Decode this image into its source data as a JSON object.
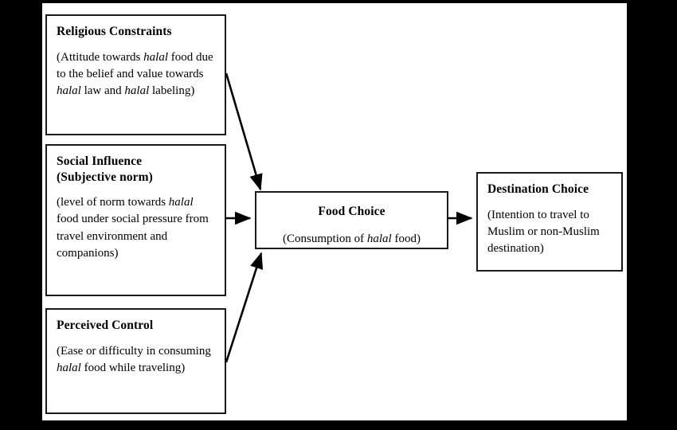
{
  "diagram": {
    "nodes": {
      "religious_constraints": {
        "title": "Religious Constraints",
        "description_html": "(Attitude towards <i>halal</i> food due to the belief and value towards <i>halal</i> law and <i>halal</i> labeling)",
        "description_text": "(Attitude towards halal food due to the belief and value towards halal law and halal labeling)"
      },
      "social_influence": {
        "title": "Social Influence (Subjective norm)",
        "title_line1": "Social Influence",
        "title_line2": "(Subjective norm)",
        "description_html": "(level of norm towards <i>halal</i> food under social pressure from travel environment and companions)",
        "description_text": "(level of norm towards halal food under social pressure from travel environment and companions)"
      },
      "perceived_control": {
        "title": "Perceived Control",
        "description_html": "(Ease or difficulty in consuming <i>halal</i> food while traveling)",
        "description_text": "(Ease or difficulty in consuming halal food while traveling)"
      },
      "food_choice": {
        "title": "Food Choice",
        "description_html": "(Consumption of <i>halal</i> food)",
        "description_text": "(Consumption of halal food)"
      },
      "destination_choice": {
        "title": "Destination Choice",
        "description_html": "(Intention to travel to Muslim or non-Muslim destination)",
        "description_text": "(Intention to travel to Muslim or non-Muslim destination)"
      }
    },
    "edges": [
      {
        "name": "religious-to-food",
        "from": "religious_constraints",
        "to": "food_choice",
        "style": "diagonal-down"
      },
      {
        "name": "social-to-food",
        "from": "social_influence",
        "to": "food_choice",
        "style": "horizontal"
      },
      {
        "name": "perceived-to-food",
        "from": "perceived_control",
        "to": "food_choice",
        "style": "diagonal-up"
      },
      {
        "name": "food-to-destination",
        "from": "food_choice",
        "to": "destination_choice",
        "style": "horizontal"
      }
    ],
    "colors": {
      "border": "#1a1a1a",
      "text": "#000000",
      "canvas": "#ffffff",
      "letterbox": "#000000"
    }
  }
}
